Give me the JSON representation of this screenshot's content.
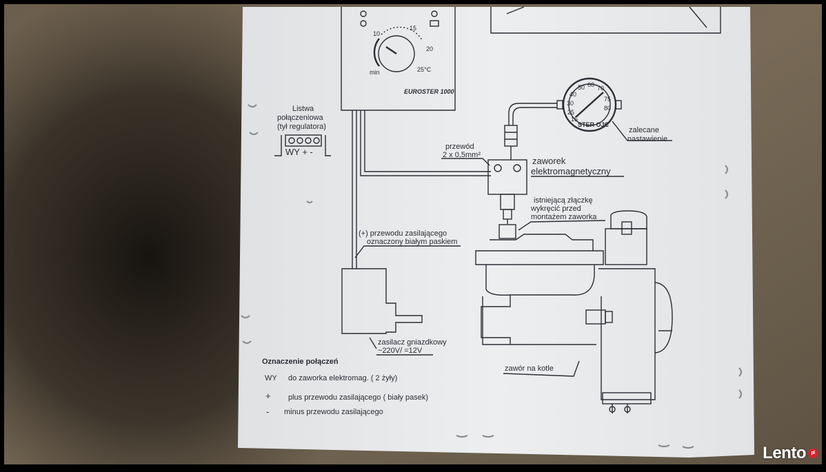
{
  "thermostat": {
    "dial_labels": [
      "10",
      "15",
      "20",
      "25°C",
      "min"
    ],
    "model": "EUROSTER 1000"
  },
  "connector_strip": {
    "title_lines": [
      "Listwa",
      "połączeniowa",
      "(tył regulatora)"
    ],
    "terminals": "WY + -"
  },
  "callouts": {
    "wire": [
      "przewód",
      "2 x 0,5mm²"
    ],
    "valve": [
      "zaworek",
      "elektromagnetyczny"
    ],
    "setting": [
      "zalecane",
      "nastawienie"
    ],
    "existing": [
      "istniejącą złączkę",
      "wykręcić przed",
      "montażem zaworka"
    ],
    "plus_wire": [
      "(+) przewodu zasilającego",
      "oznaczony białym paskiem"
    ],
    "adapter": [
      "zasilacz gniazdkowy",
      "~220V/ =12V"
    ],
    "boiler_valve": "zawór na kotle"
  },
  "gauge": {
    "labels": [
      "50",
      "60",
      "70",
      "75",
      "80",
      "40",
      "30",
      "25",
      "15",
      "STER OJC"
    ]
  },
  "legend": {
    "title": "Oznaczenie połączeń",
    "rows": [
      {
        "symbol": "WY",
        "text": "do zaworka elektromag. ( 2 żyły)"
      },
      {
        "symbol": "+",
        "text": "plus przewodu zasilającego ( biały pasek)"
      },
      {
        "symbol": "-",
        "text": "minus przewodu zasilającego"
      }
    ]
  },
  "watermark": {
    "brand": "Lento",
    "tld": "pl"
  },
  "colors": {
    "paper": "#e6e8ea",
    "ink": "#2a2d33",
    "cardboard": "#6f6251",
    "shadow": "#2f2b25"
  }
}
